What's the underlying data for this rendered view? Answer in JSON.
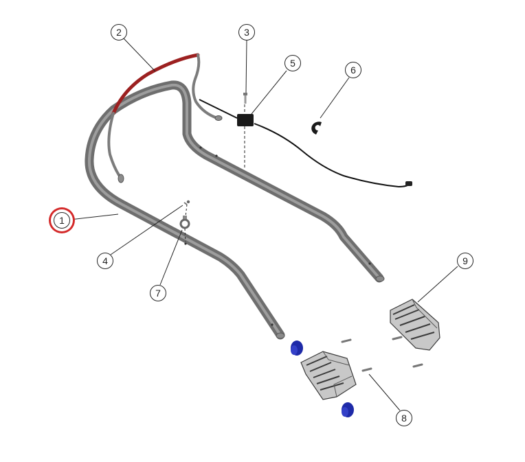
{
  "callouts": [
    {
      "label": "1",
      "highlighted": true
    },
    {
      "label": "2",
      "highlighted": false
    },
    {
      "label": "3",
      "highlighted": false
    },
    {
      "label": "4",
      "highlighted": false
    },
    {
      "label": "5",
      "highlighted": false
    },
    {
      "label": "6",
      "highlighted": false
    },
    {
      "label": "7",
      "highlighted": false
    },
    {
      "label": "8",
      "highlighted": false
    },
    {
      "label": "9",
      "highlighted": false
    }
  ],
  "colors": {
    "tube": "#6e6e6e",
    "tube_highlight": "#a9a9a9",
    "bail": "#9c2020",
    "cable": "#111111",
    "bushing": "#1e2aa8",
    "bracket": "#c8c8c8",
    "selection_ring": "#d42a2a",
    "leader": "#222222"
  }
}
